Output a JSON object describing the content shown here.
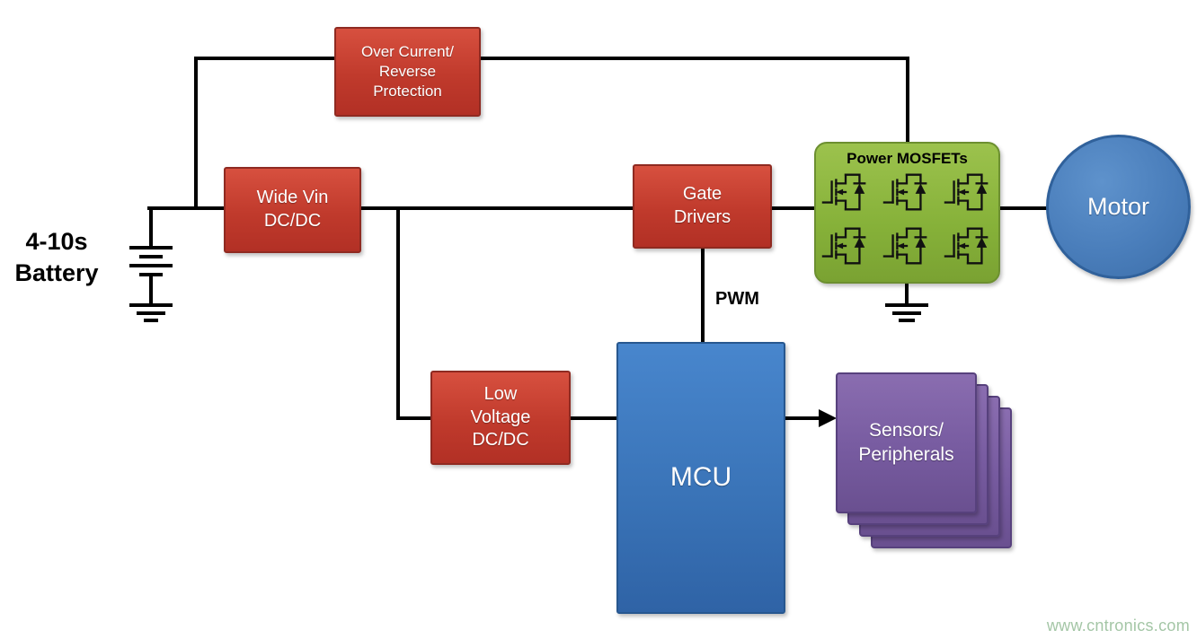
{
  "page": {
    "watermark": "www.cntronics.com"
  },
  "battery": {
    "label": "4-10s\nBattery"
  },
  "blocks": {
    "protection": {
      "label": "Over Current/\nReverse\nProtection"
    },
    "wide_vin": {
      "label": "Wide Vin\nDC/DC"
    },
    "gate_drivers": {
      "label": "Gate\nDrivers"
    },
    "power_mosfets": {
      "label": "Power MOSFETs"
    },
    "motor": {
      "label": "Motor"
    },
    "low_voltage": {
      "label": "Low\nVoltage\nDC/DC"
    },
    "mcu": {
      "label": "MCU"
    },
    "sensors": {
      "label": "Sensors/\nPeripherals"
    }
  },
  "signals": {
    "pwm": "PWM"
  },
  "icons": {
    "mosfet": "mosfet-transistor-symbol",
    "battery": "battery-symbol",
    "ground": "ground-symbol",
    "arrow": "arrowhead-right"
  },
  "colors": {
    "block_red": "#C03A2C",
    "block_red_border": "#8F2A21",
    "block_green": "#86B139",
    "block_green_border": "#6C8F30",
    "block_blue": "#3A74B8",
    "block_blue_border": "#27578F",
    "motor_blue": "#4A7EBB",
    "block_purple": "#775BA0",
    "block_purple_border": "#57417D",
    "wire": "#000000",
    "watermark_text": "#A4C6A6"
  }
}
